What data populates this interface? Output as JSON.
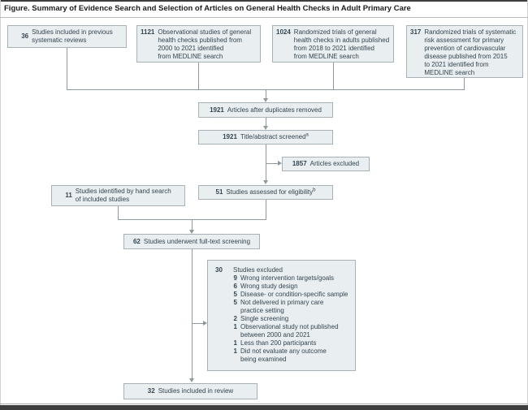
{
  "title": "Figure. Summary of Evidence Search and Selection of Articles on General Health Checks in Adult Primary Care",
  "colors": {
    "box_fill": "#e9eef1",
    "box_border": "#a8b1b5",
    "connector": "#8f989c",
    "text": "#33454f",
    "title_text": "#1d1d1d",
    "rule_dark": "#3e3e3e"
  },
  "boxes": {
    "prev_reviews": {
      "num": "36",
      "lines": [
        "Studies included in previous",
        "systematic reviews"
      ]
    },
    "observational": {
      "num": "1121",
      "lines": [
        "Observational studies of general",
        "health checks published from",
        "2000 to 2021 identified",
        "from MEDLINE search"
      ]
    },
    "rct_health_checks": {
      "num": "1024",
      "lines": [
        "Randomized trials of general",
        "health checks in adults published",
        "from 2018 to 2021 identified",
        "from MEDLINE search"
      ]
    },
    "rct_risk_assessment": {
      "num": "317",
      "lines": [
        "Randomized trials of systematic",
        "risk assessment for primary",
        "prevention of cardiovascular",
        "disease published from 2015",
        "to 2021 identified from",
        "MEDLINE search"
      ]
    },
    "duplicates_removed": {
      "num": "1921",
      "text": "Articles after duplicates removed"
    },
    "title_abstract_screened": {
      "num": "1921",
      "text": "Title/abstract screened",
      "sup": "a"
    },
    "articles_excluded": {
      "num": "1857",
      "text": "Articles excluded"
    },
    "hand_search": {
      "num": "11",
      "lines": [
        "Studies identified by hand search",
        "of included studies"
      ]
    },
    "assessed_eligibility": {
      "num": "51",
      "text": "Studies assessed for eligibility",
      "sup": "b"
    },
    "full_text_screening": {
      "num": "62",
      "text": "Studies underwent full-text screening"
    },
    "studies_excluded": {
      "num": "30",
      "label": "Studies excluded",
      "items": [
        {
          "num": "9",
          "lines": [
            "Wrong intervention targets/goals"
          ]
        },
        {
          "num": "6",
          "lines": [
            "Wrong study design"
          ]
        },
        {
          "num": "5",
          "lines": [
            "Disease- or condition-specific sample"
          ]
        },
        {
          "num": "5",
          "lines": [
            "Not delivered in primary care",
            "practice setting"
          ]
        },
        {
          "num": "2",
          "lines": [
            "Single screening"
          ]
        },
        {
          "num": "1",
          "lines": [
            "Observational study not published",
            "between 2000 and 2021"
          ]
        },
        {
          "num": "1",
          "lines": [
            "Less than 200 participants"
          ]
        },
        {
          "num": "1",
          "lines": [
            "Did not evaluate any outcome",
            "being examined"
          ]
        }
      ]
    },
    "included_in_review": {
      "num": "32",
      "text": "Studies included in review"
    }
  }
}
